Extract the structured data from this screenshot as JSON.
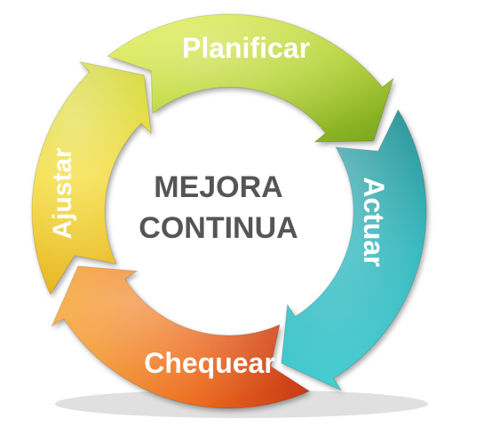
{
  "diagram": {
    "center_lines": [
      "MEJORA",
      "CONTINUA"
    ],
    "segments": [
      {
        "label": "Planificar",
        "color_light": "#cfe23a",
        "color_dark": "#7aa81e"
      },
      {
        "label": "Actuar",
        "color_light": "#3fc4c8",
        "color_dark": "#177f86"
      },
      {
        "label": "Chequear",
        "color_light": "#f38a1e",
        "color_dark": "#c8421a"
      },
      {
        "label": "Ajustar",
        "color_light": "#f6e23a",
        "color_dark": "#c9b21a"
      }
    ]
  }
}
